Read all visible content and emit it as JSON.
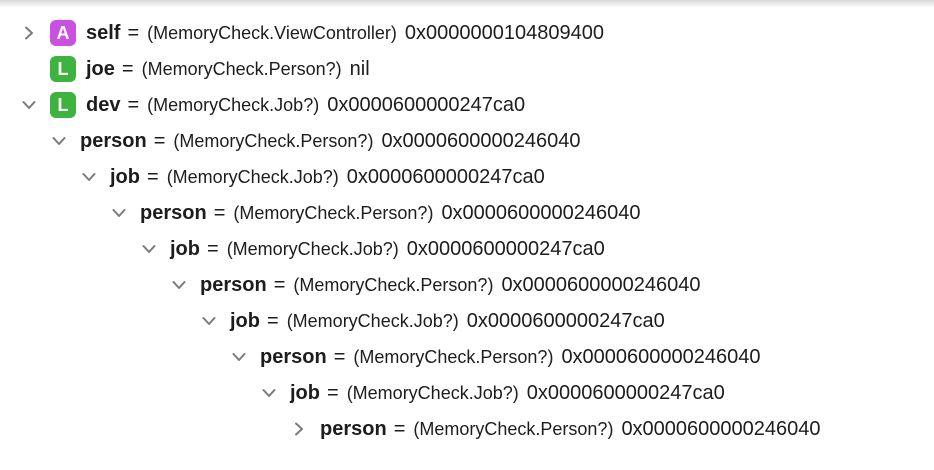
{
  "colors": {
    "badge_A": "#c950e0",
    "badge_L": "#3fb33f",
    "disclosure": "#7a7a7a"
  },
  "variables": [
    {
      "depth": 0,
      "disclosure": "chevron-right",
      "badge": "A",
      "name": "self",
      "equals": "=",
      "type": "(MemoryCheck.ViewController)",
      "value": "0x0000000104809400"
    },
    {
      "depth": 0,
      "disclosure": "none",
      "badge": "L",
      "name": "joe",
      "equals": "=",
      "type": "(MemoryCheck.Person?)",
      "value": "nil"
    },
    {
      "depth": 0,
      "disclosure": "chevron-down",
      "badge": "L",
      "name": "dev",
      "equals": "=",
      "type": "(MemoryCheck.Job?)",
      "value": "0x0000600000247ca0"
    },
    {
      "depth": 1,
      "disclosure": "chevron-down",
      "badge": "",
      "name": "person",
      "equals": "=",
      "type": "(MemoryCheck.Person?)",
      "value": "0x0000600000246040"
    },
    {
      "depth": 2,
      "disclosure": "chevron-down",
      "badge": "",
      "name": "job",
      "equals": "=",
      "type": "(MemoryCheck.Job?)",
      "value": "0x0000600000247ca0"
    },
    {
      "depth": 3,
      "disclosure": "chevron-down",
      "badge": "",
      "name": "person",
      "equals": "=",
      "type": "(MemoryCheck.Person?)",
      "value": "0x0000600000246040"
    },
    {
      "depth": 4,
      "disclosure": "chevron-down",
      "badge": "",
      "name": "job",
      "equals": "=",
      "type": "(MemoryCheck.Job?)",
      "value": "0x0000600000247ca0"
    },
    {
      "depth": 5,
      "disclosure": "chevron-down",
      "badge": "",
      "name": "person",
      "equals": "=",
      "type": "(MemoryCheck.Person?)",
      "value": "0x0000600000246040"
    },
    {
      "depth": 6,
      "disclosure": "chevron-down",
      "badge": "",
      "name": "job",
      "equals": "=",
      "type": "(MemoryCheck.Job?)",
      "value": "0x0000600000247ca0"
    },
    {
      "depth": 7,
      "disclosure": "chevron-down",
      "badge": "",
      "name": "person",
      "equals": "=",
      "type": "(MemoryCheck.Person?)",
      "value": "0x0000600000246040"
    },
    {
      "depth": 8,
      "disclosure": "chevron-down",
      "badge": "",
      "name": "job",
      "equals": "=",
      "type": "(MemoryCheck.Job?)",
      "value": "0x0000600000247ca0"
    },
    {
      "depth": 9,
      "disclosure": "chevron-right",
      "badge": "",
      "name": "person",
      "equals": "=",
      "type": "(MemoryCheck.Person?)",
      "value": "0x0000600000246040"
    }
  ]
}
